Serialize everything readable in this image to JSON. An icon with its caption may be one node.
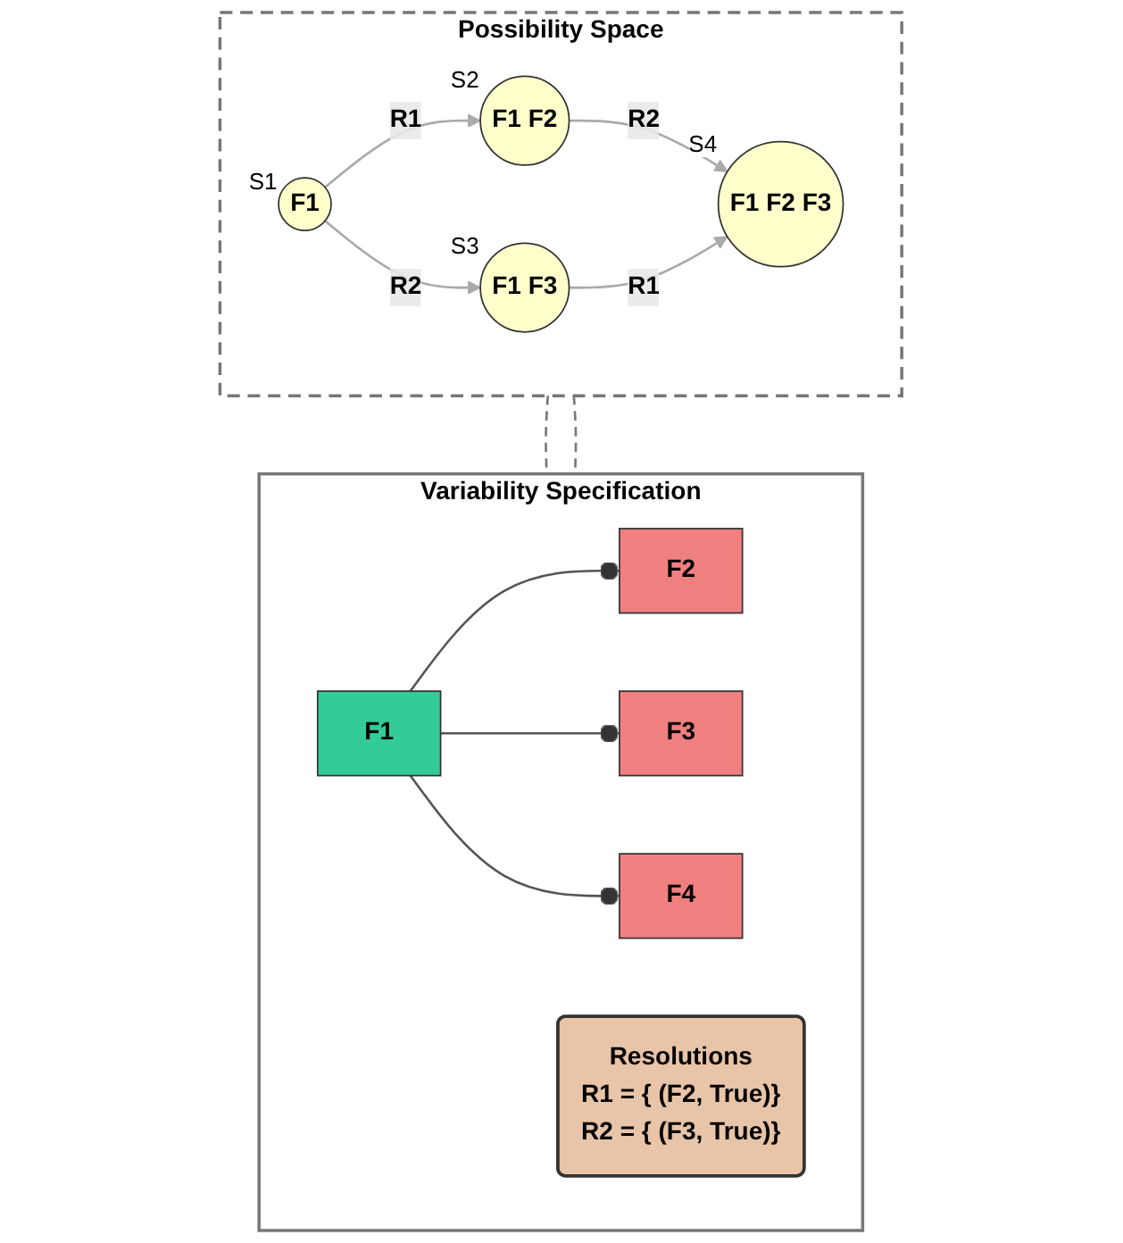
{
  "diagram": {
    "nodes": [
      {
        "text": [
          "Possibility Space"
        ]
      },
      {
        "text": [
          "F1"
        ],
        "in": 0,
        "beside": [
          "S1"
        ]
      },
      {
        "text": [
          "F1 F2"
        ],
        "in": 0,
        "beside": [
          "S2"
        ]
      },
      {
        "text": [
          "F1 F3"
        ],
        "in": 0,
        "beside": [
          "S3"
        ]
      },
      {
        "text": [
          "F1 F2 F3"
        ],
        "in": 0,
        "beside": [
          "S4"
        ]
      },
      {
        "text": [
          "Variability Specification"
        ]
      },
      {
        "text": [
          "F1"
        ],
        "in": 5
      },
      {
        "text": [
          "F2"
        ],
        "in": 5
      },
      {
        "text": [
          "F3"
        ],
        "in": 5
      },
      {
        "text": [
          "F4"
        ],
        "in": 5
      },
      {
        "text": [
          "Resolutions",
          "R1 = { (F2, True)}",
          "R2 = { (F3, True)}"
        ],
        "in": 5
      }
    ],
    "edges": [
      {
        "from": 1,
        "to": 2,
        "arrow": "to",
        "label": "R1"
      },
      {
        "from": 1,
        "to": 3,
        "arrow": "to",
        "label": "R2"
      },
      {
        "from": 2,
        "to": 4,
        "arrow": "to",
        "label": "R2"
      },
      {
        "from": 3,
        "to": 4,
        "arrow": "to",
        "label": "R1"
      },
      {
        "from": 0,
        "to": 5,
        "arrow": "none",
        "style": "dashed",
        "color": "#777777"
      },
      {
        "from": 0,
        "to": 5,
        "arrow": "none",
        "style": "dashed",
        "color": "#777777"
      },
      {
        "from": 6,
        "to": 7,
        "arrow": "other",
        "color": "#555555"
      },
      {
        "from": 6,
        "to": 8,
        "arrow": "other",
        "color": "#555555"
      },
      {
        "from": 6,
        "to": 9,
        "arrow": "other",
        "color": "#555555"
      }
    ]
  }
}
